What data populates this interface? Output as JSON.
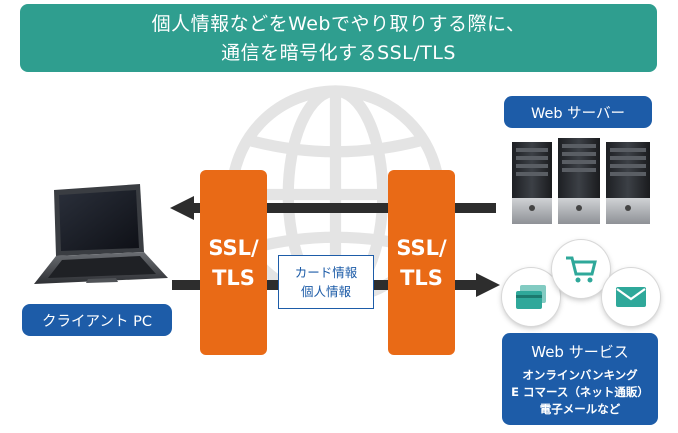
{
  "banner": {
    "line1": "個人情報などをWebでやり取りする際に、",
    "line2": "通信を暗号化するSSL/TLS"
  },
  "pill_left": {
    "line1": "SSL/",
    "line2": "TLS"
  },
  "pill_right": {
    "line1": "SSL/",
    "line2": "TLS"
  },
  "data_box": {
    "line1": "カード情報",
    "line2": "個人情報"
  },
  "client_label": "クライアント PC",
  "server_label": "Web サーバー",
  "service": {
    "title": "Web サービス",
    "items": [
      "オンラインバンキング",
      "E コマース（ネット通販）",
      "電子メールなど"
    ]
  },
  "colors": {
    "banner": "#2f9e8f",
    "pill": "#e96a16",
    "label": "#1d5ca8",
    "service_icon": "#2fa89a"
  },
  "icons": [
    "globe-icon",
    "laptop-icon",
    "server-icon",
    "card-icon",
    "cart-icon",
    "mail-icon"
  ]
}
